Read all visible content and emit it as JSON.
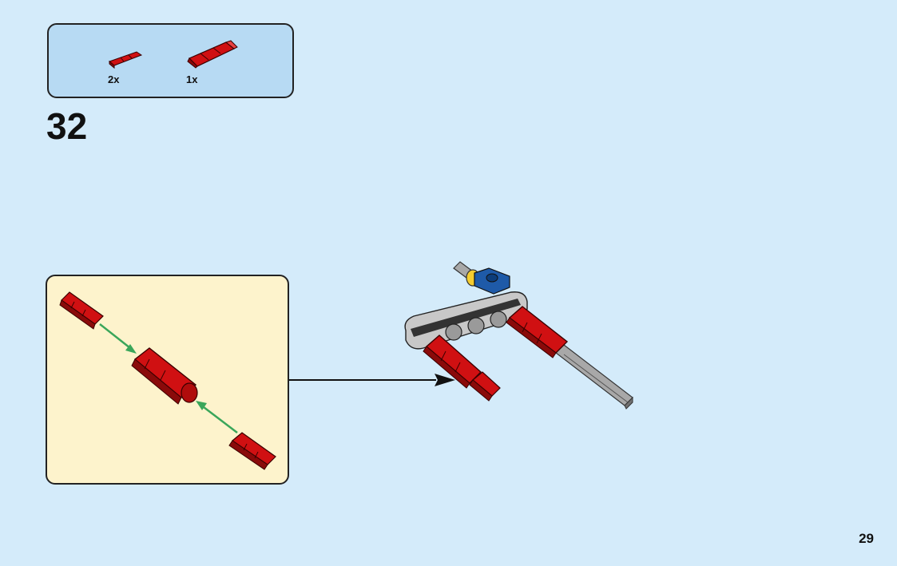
{
  "step": {
    "number": "32"
  },
  "parts_list": [
    {
      "quantity": "2x",
      "part": "red-short-axle-pin-icon"
    },
    {
      "quantity": "1x",
      "part": "red-axle-connector-icon"
    }
  ],
  "subassembly": {
    "parts": [
      "red-short-axle-pin-icon",
      "red-axle-connector-icon",
      "red-short-axle-pin-icon"
    ]
  },
  "page": {
    "number": "29"
  },
  "colors": {
    "background": "#d4ebfa",
    "parts_box": "#b7daf3",
    "subassembly_box": "#fdf3cc",
    "brick_red": "#d01012",
    "assembly_arrow": "#3aa65a"
  }
}
